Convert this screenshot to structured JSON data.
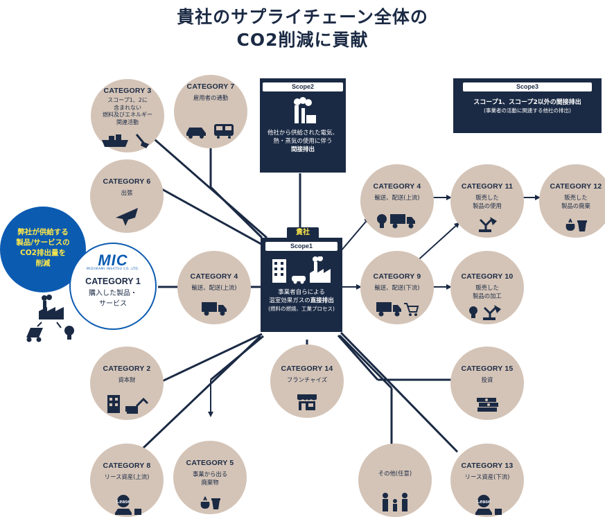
{
  "title": {
    "line1": "貴社のサプライチェーン全体の",
    "line2": "CO2削減に貢献"
  },
  "colors": {
    "navy": "#1b2a44",
    "beige": "#d4c4b7",
    "blue": "#0b5bb1",
    "yellow": "#ffe94a"
  },
  "scope2": {
    "label": "Scope2",
    "line1": "他社から供給された電気、",
    "line2": "熱・蒸気の使用に伴う",
    "line3": "間接排出"
  },
  "scope3": {
    "label": "Scope3",
    "line1": "スコープ1、スコープ2以外の間接排出",
    "line2": "(事業者の活動に関連する他社の排出)"
  },
  "scope1": {
    "company": "貴社",
    "label": "Scope1",
    "line1": "事業者自らによる",
    "line2a": "温室効果ガスの",
    "line2b": "直接排出",
    "line3": "(燃料の燃焼、工業プロセス)"
  },
  "blue_callout": {
    "line1": "弊社が供給する",
    "line2": "製品/サービスの",
    "line3": "CO2排出量を",
    "line4": "削減"
  },
  "category1": {
    "logo": "MIC",
    "logo_sub": "MIZUKAMI INSATSU CO.,LTD.",
    "tag": "CATEGORY 1",
    "line1": "購入した製品・",
    "line2": "サービス"
  },
  "categories": {
    "c3": {
      "tag": "CATEGORY 3",
      "l1": "スコープ1、2に",
      "l2": "含まれない",
      "l3": "燃料及びエネルギー",
      "l4": "関連活動"
    },
    "c7": {
      "tag": "CATEGORY 7",
      "l1": "雇用者の通勤"
    },
    "c6": {
      "tag": "CATEGORY 6",
      "l1": "出張"
    },
    "c4u": {
      "tag": "CATEGORY 4",
      "l1": "輸送、配送(上流)"
    },
    "c4m": {
      "tag": "CATEGORY 4",
      "l1": "輸送、配送(上流)"
    },
    "c9": {
      "tag": "CATEGORY 9",
      "l1": "輸送、配送(下流)"
    },
    "c11": {
      "tag": "CATEGORY 11",
      "l1": "販売した",
      "l2": "製品の使用"
    },
    "c12": {
      "tag": "CATEGORY 12",
      "l1": "販売した",
      "l2": "製品の廃棄"
    },
    "c10": {
      "tag": "CATEGORY 10",
      "l1": "販売した",
      "l2": "製品の加工"
    },
    "c2": {
      "tag": "CATEGORY 2",
      "l1": "資本財"
    },
    "c14": {
      "tag": "CATEGORY 14",
      "l1": "フランチャイズ"
    },
    "c15": {
      "tag": "CATEGORY 15",
      "l1": "投資"
    },
    "c8": {
      "tag": "CATEGORY 8",
      "l1": "リース資産(上流)"
    },
    "c5": {
      "tag": "CATEGORY 5",
      "l1": "事業から出る",
      "l2": "廃棄物"
    },
    "other": {
      "l1": "その他(任意)"
    },
    "c13": {
      "tag": "CATEGORY 13",
      "l1": "リース資産(下流)"
    }
  },
  "lease_label": "Lease"
}
